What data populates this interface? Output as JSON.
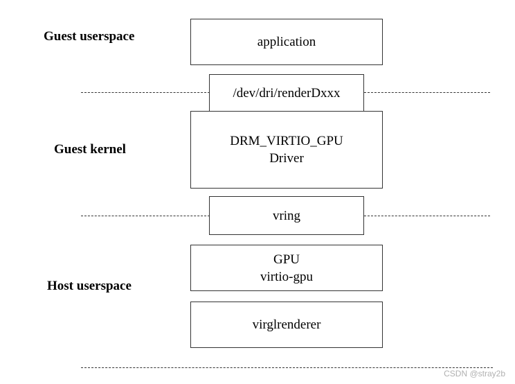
{
  "layers": {
    "guest_userspace": "Guest userspace",
    "guest_kernel": "Guest kernel",
    "host_userspace": "Host userspace"
  },
  "boxes": {
    "application": "application",
    "renderdev": "/dev/dri/renderDxxx",
    "drm_line1": "DRM_VIRTIO_GPU",
    "drm_line2": "Driver",
    "vring": "vring",
    "gpu_line1": "GPU",
    "gpu_line2": "virtio-gpu",
    "virgl": "virglrenderer"
  },
  "watermark": "CSDN @stray2b"
}
